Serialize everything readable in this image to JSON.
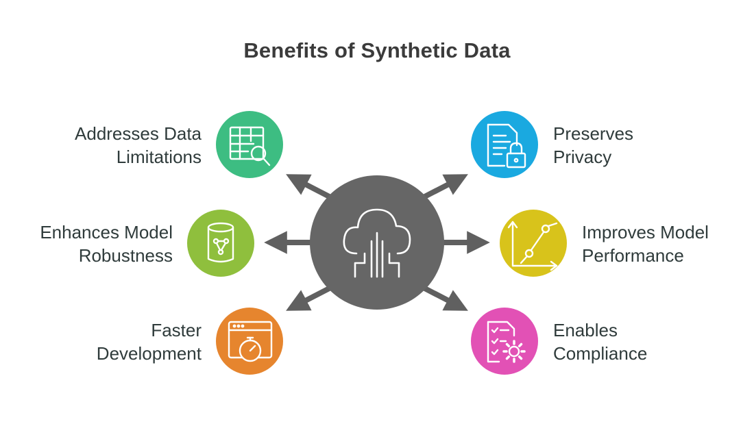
{
  "title": "Benefits of Synthetic Data",
  "hub": {
    "icon": "cloud-circuit-icon",
    "color": "#666666"
  },
  "benefits": [
    {
      "id": "addresses-data-limitations",
      "lines": [
        "Addresses Data",
        "Limitations"
      ],
      "icon": "table-search-icon",
      "color": "#3dbd82"
    },
    {
      "id": "preserves-privacy",
      "lines": [
        "Preserves",
        "Privacy"
      ],
      "icon": "document-lock-icon",
      "color": "#1aa9e0"
    },
    {
      "id": "enhances-model-robustness",
      "lines": [
        "Enhances Model",
        "Robustness"
      ],
      "icon": "database-network-icon",
      "color": "#8fbf3d"
    },
    {
      "id": "improves-model-performance",
      "lines": [
        "Improves Model",
        "Performance"
      ],
      "icon": "line-graph-icon",
      "color": "#d8c31b"
    },
    {
      "id": "faster-development",
      "lines": [
        "Faster",
        "Development"
      ],
      "icon": "browser-stopwatch-icon",
      "color": "#e6852e"
    },
    {
      "id": "enables-compliance",
      "lines": [
        "Enables",
        "Compliance"
      ],
      "icon": "checklist-gear-icon",
      "color": "#e251b5"
    }
  ]
}
